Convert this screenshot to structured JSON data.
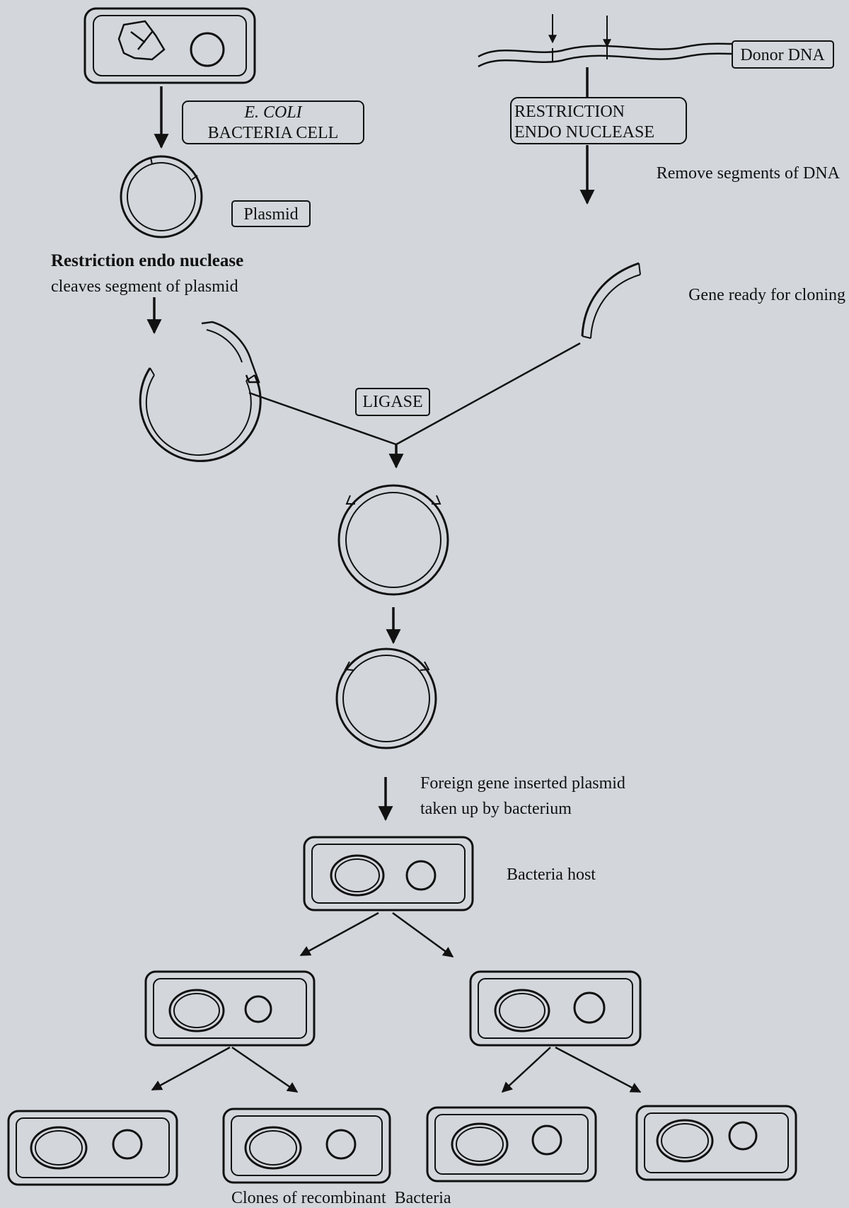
{
  "title": "Genetic engineering steps",
  "labels": {
    "ecoli_line1": "E. COLI",
    "ecoli_line2": "BACTERIA CELL",
    "donor_dna": "Donor DNA",
    "restriction_line1": "RESTRICTION",
    "restriction_line2": "ENDO NUCLEASE",
    "remove_segments": "Remove segments of DNA",
    "plasmid": "Plasmid",
    "cleaves_line1": "Restriction endo nuclease",
    "cleaves_line2": "cleaves segment of plasmid",
    "gene_ready": "Gene ready for cloning",
    "ligase": "LIGASE",
    "foreign_line1": "Foreign gene inserted plasmid",
    "foreign_line2": "taken up by bacterium",
    "bacteria_host": "Bacteria host",
    "clones": "Clones of recombinant  Bacteria"
  },
  "colors": {
    "background": "#d3d7dc",
    "ink": "#111111"
  }
}
